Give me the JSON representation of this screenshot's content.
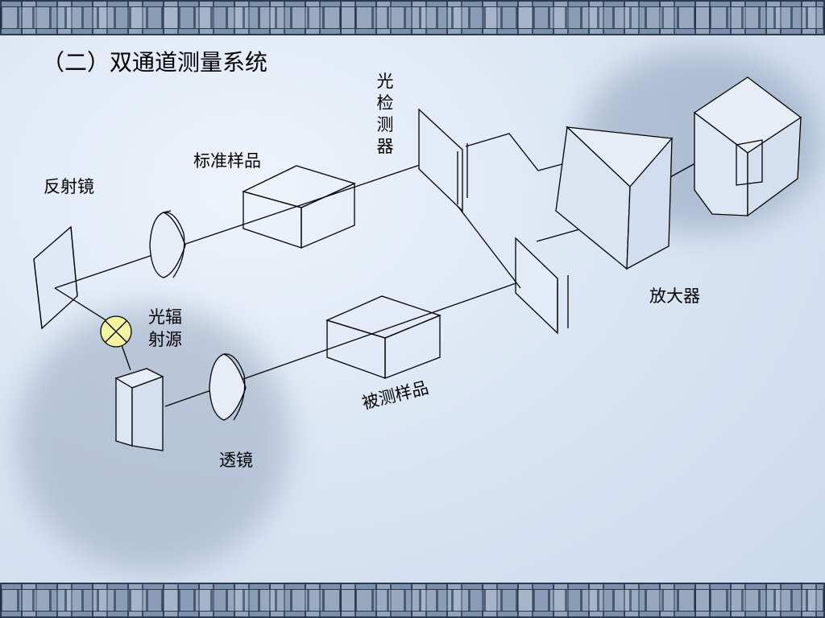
{
  "title": "（二）双通道测量系统",
  "labels": {
    "mirror": "反射镜",
    "reference_sample": "标准样品",
    "detector": "光检测器",
    "amplifier": "放大器",
    "source": "光辐射源",
    "source_line1": "光辐",
    "source_line2": "射源",
    "tested_sample": "被测样品",
    "lens": "透镜"
  },
  "colors": {
    "source_fill": "#f3f3a0",
    "line": "#000000",
    "border_dark": "#2c3a50"
  }
}
